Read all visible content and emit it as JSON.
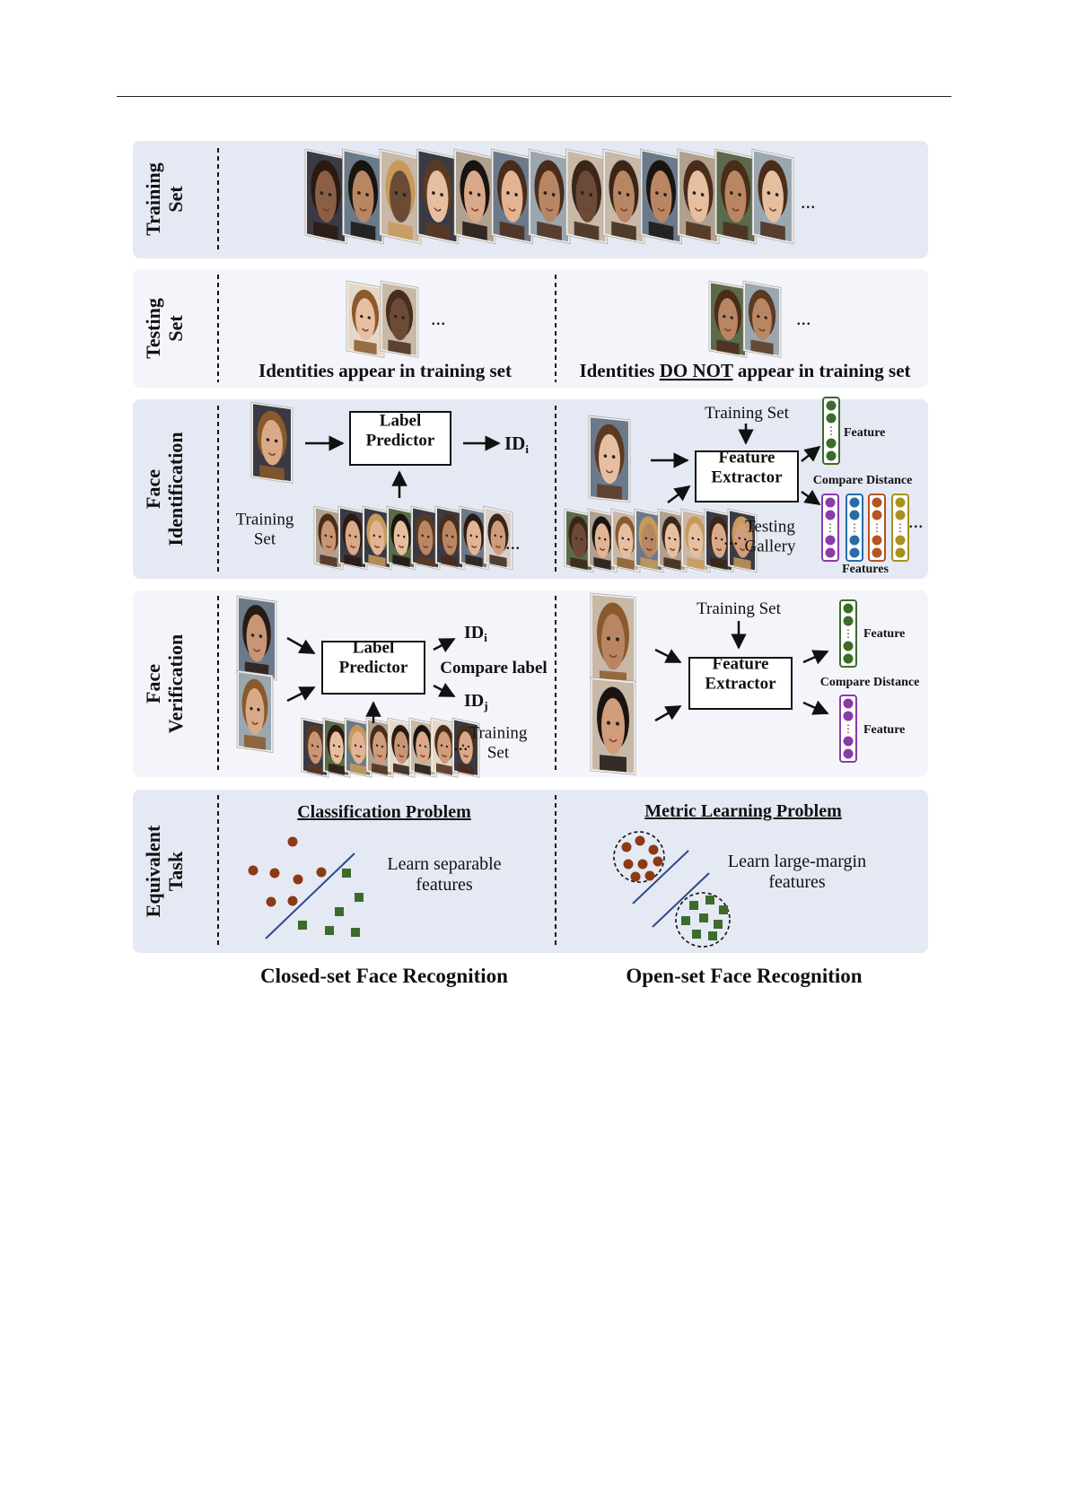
{
  "rows": {
    "training_set": "Training\nSet",
    "testing_set": "Testing\nSet",
    "face_identification": "Face\nIdentification",
    "face_verification": "Face\nVerification",
    "equivalent_task": "Equivalent\nTask"
  },
  "testing": {
    "closed_caption": "Identities appear in training set",
    "open_caption_prefix": "Identities ",
    "open_caption_emph": "DO NOT",
    "open_caption_suffix": " appear in training set"
  },
  "identification": {
    "label_predictor": "Label\nPredictor",
    "id_out": "ID",
    "id_sub": "i",
    "training_set": "Training\nSet",
    "training_set_top": "Training Set",
    "feature_extractor": "Feature\nExtractor",
    "feature": "Feature",
    "compare_distance": "Compare Distance",
    "features": "Features",
    "testing_gallery": "Testing\nGallery"
  },
  "verification": {
    "label_predictor": "Label\nPredictor",
    "id_i": "ID",
    "id_i_sub": "i",
    "id_j": "ID",
    "id_j_sub": "j",
    "compare_label": "Compare label",
    "training_set": "Training\nSet",
    "training_set_top": "Training Set",
    "feature_extractor": "Feature\nExtractor",
    "feature_top": "Feature",
    "feature_bottom": "Feature",
    "compare_distance": "Compare Distance"
  },
  "task": {
    "classification_title": "Classification Problem",
    "classification_text": "Learn separable\nfeatures",
    "metric_title": "Metric Learning Problem",
    "metric_text": "Learn large-margin\nfeatures"
  },
  "footer": {
    "closed": "Closed-set Face Recognition",
    "open": "Open-set Face Recognition"
  },
  "ellipsis": "...",
  "colors": {
    "panel_dark": "#e5e9f4",
    "panel_light": "#f4f5fa",
    "brown": "#8b3a13",
    "green": "#3c6b2c",
    "purple": "#8a3ba8",
    "blue": "#2a6ba8",
    "orange": "#b5541f",
    "olive": "#a8911e"
  }
}
